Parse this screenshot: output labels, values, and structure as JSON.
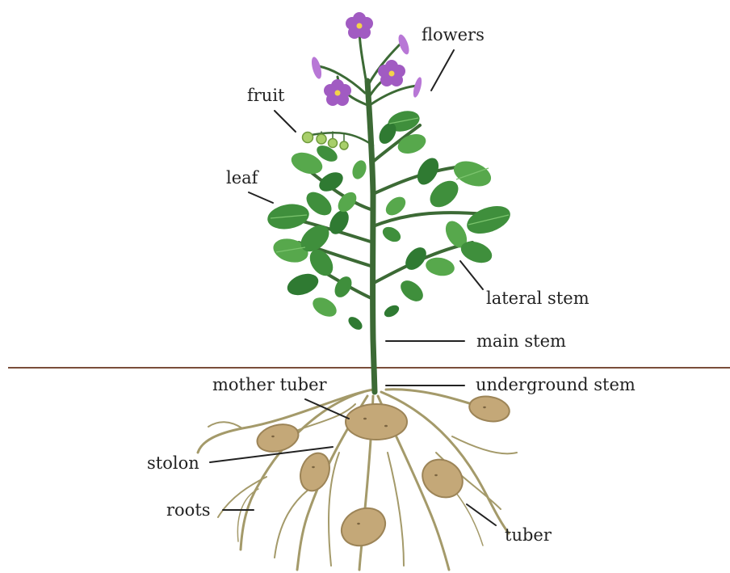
{
  "labels": {
    "flowers": "flowers",
    "fruit": "fruit",
    "leaf": "leaf",
    "lateral_stem": "lateral stem",
    "main_stem": "main stem",
    "mother_tuber": "mother tuber",
    "underground_stem": "underground stem",
    "stolon": "stolon",
    "roots": "roots",
    "tuber": "tuber"
  },
  "colors": {
    "stem": "#3c6a35",
    "leaf": "#3f8f3c",
    "flower": "#a15bc2",
    "tuber": "#c4a878",
    "root": "#a49a6a",
    "soil_line": "#7a4e3a"
  }
}
